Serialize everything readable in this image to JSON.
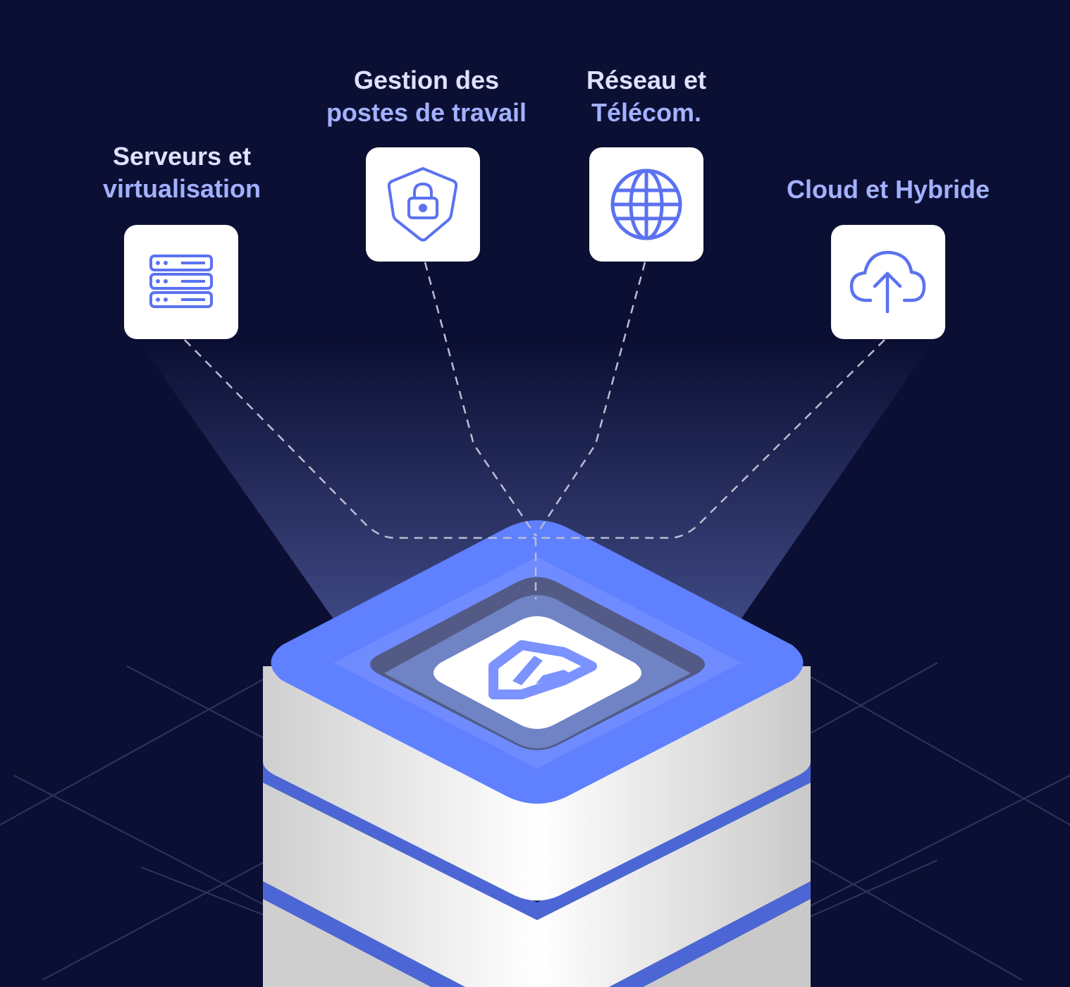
{
  "colors": {
    "background": "#0b0f33",
    "accent": "#5f80ff",
    "icon": "#5b72f0",
    "label_primary": "#dde2ff",
    "label_secondary": "#a3b1ff"
  },
  "services": [
    {
      "line1": "Serveurs et",
      "line2": "virtualisation",
      "icon": "server-icon"
    },
    {
      "line1": "Gestion des",
      "line2": "postes de travail",
      "icon": "shield-lock-icon"
    },
    {
      "line1": "Réseau et",
      "line2": "Télécom.",
      "icon": "globe-icon"
    },
    {
      "line1": "",
      "line2": "Cloud et Hybride",
      "icon": "cloud-upload-icon"
    }
  ],
  "center": {
    "icon": "brand-shield-logo"
  }
}
